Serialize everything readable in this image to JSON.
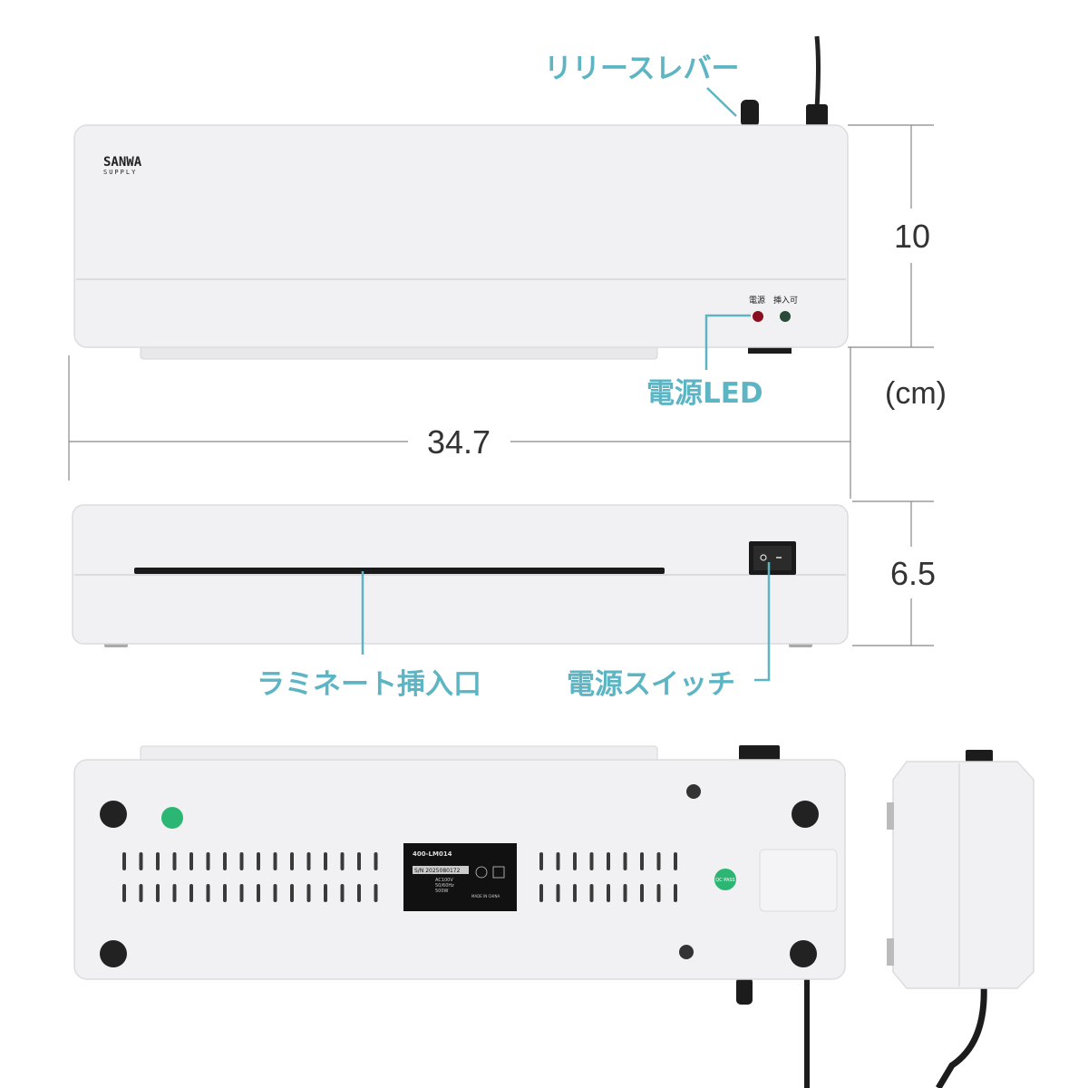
{
  "brand": {
    "logo_line1": "SANWA",
    "logo_line2": "SUPPLY"
  },
  "callouts": {
    "release_lever": "リリースレバー",
    "power_led": "電源LED",
    "laminate_slot": "ラミネート挿入口",
    "power_switch": "電源スイッチ"
  },
  "indicators": {
    "power": "電源",
    "ready": "挿入可"
  },
  "dimensions": {
    "height_top": "10",
    "width": "34.7",
    "depth": "6.5",
    "unit": "(cm)"
  },
  "rating_label": {
    "model": "400-LM014",
    "serial": "S/N 2025080172",
    "voltage": "AC100V",
    "frequency": "50/60Hz",
    "power": "500W",
    "origin": "MADE IN CHINA"
  },
  "stickers": {
    "qc": "QC PASS"
  },
  "colors": {
    "callout": "#5db5c3",
    "body": "#f1f1f3",
    "led_power": "#8a1020",
    "led_ready": "#2c4a3a"
  }
}
